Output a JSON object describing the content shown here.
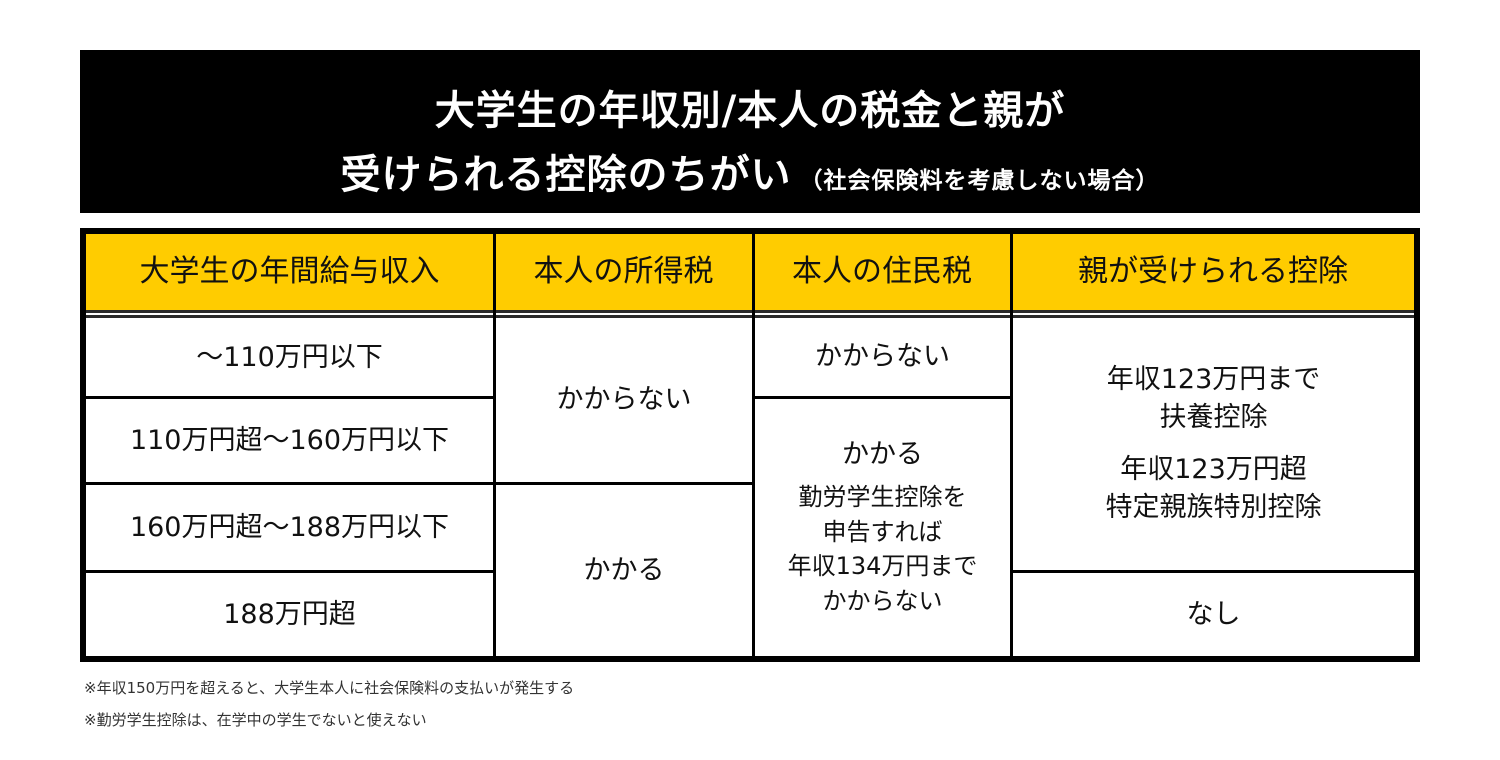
{
  "title": {
    "line1": "大学生の年収別/本人の税金と親が",
    "line2": "受けられる控除のちがい",
    "subtitle": "（社会保険料を考慮しない場合）"
  },
  "table": {
    "headers": [
      "大学生の年間給与収入",
      "本人の所得税",
      "本人の住民税",
      "親が受けられる控除"
    ],
    "income_brackets": [
      "～110万円以下",
      "110万円超～160万円以下",
      "160万円超～188万円以下",
      "188万円超"
    ],
    "income_tax": [
      "かからない",
      "かかる"
    ],
    "resident_tax": {
      "top": "かからない",
      "bottom_main": "かかる",
      "bottom_note": [
        "勤労学生控除を",
        "申告すれば",
        "年収134万円まで",
        "かからない"
      ]
    },
    "parent_deduction": {
      "block1": [
        "年収123万円まで",
        "扶養控除"
      ],
      "block2": [
        "年収123万円超",
        "特定親族特別控除"
      ],
      "none": "なし"
    }
  },
  "colors": {
    "header_bg": "#FFCC00",
    "title_bg": "#000000",
    "border": "#000000"
  },
  "notes": [
    "※年収150万円を超えると、大学生本人に社会保険料の支払いが発生する",
    "※勤労学生控除は、在学中の学生でないと使えない"
  ]
}
